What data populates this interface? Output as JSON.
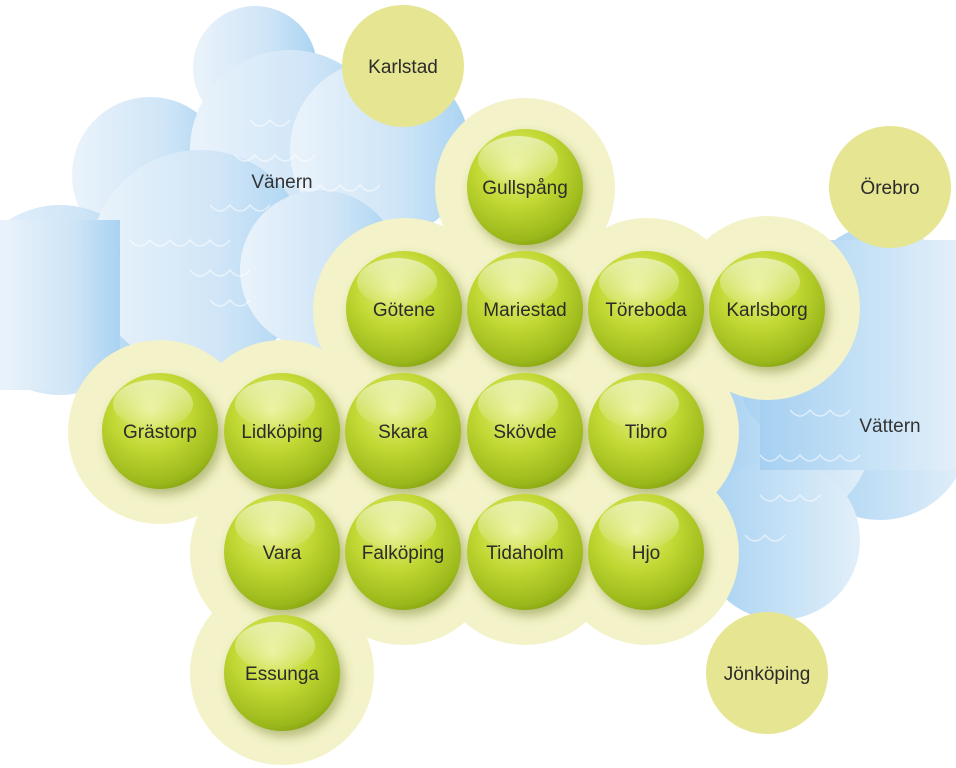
{
  "colors": {
    "lake_light": "#dcecf8",
    "lake_mid": "#b9daf3",
    "lake_dark": "#9ccbef",
    "pale_yellow": "#f3f2c8",
    "yellow_circle": "#e6e592",
    "green_top": "#dfe96a",
    "green_mid": "#b6cf26",
    "green_bottom": "#8aa515",
    "text": "#2b2b2b"
  },
  "lakes": {
    "vanern": "Vänern",
    "vattern": "Vättern"
  },
  "outer_towns": {
    "karlstad": "Karlstad",
    "orebro": "Örebro",
    "jonkoping": "Jönköping"
  },
  "member_municipalities": {
    "gullspang": "Gullspång",
    "gotene": "Götene",
    "mariestad": "Mariestad",
    "toreboda": "Töreboda",
    "karlsborg": "Karlsborg",
    "grastorp": "Grästorp",
    "lidkoping": "Lidköping",
    "skara": "Skara",
    "skovde": "Skövde",
    "tibro": "Tibro",
    "vara": "Vara",
    "falkoping": "Falköping",
    "tidaholm": "Tidaholm",
    "hjo": "Hjo",
    "essunga": "Essunga"
  }
}
